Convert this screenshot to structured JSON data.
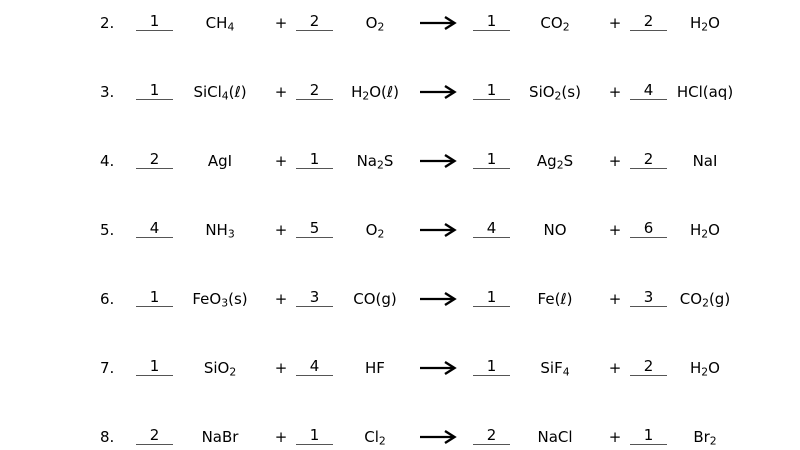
{
  "worksheet": {
    "arrow_icon": "right-arrow",
    "plus_sign": "+",
    "equations": [
      {
        "number": "2.",
        "reactant1": {
          "coef": "1",
          "formula": "CH4",
          "html": "CH<sub>4</sub>"
        },
        "reactant2": {
          "coef": "2",
          "formula": "O2",
          "html": "O<sub>2</sub>"
        },
        "product1": {
          "coef": "1",
          "formula": "CO2",
          "html": "CO<sub>2</sub>"
        },
        "product2": {
          "coef": "2",
          "formula": "H2O",
          "html": "H<sub>2</sub>O"
        }
      },
      {
        "number": "3.",
        "reactant1": {
          "coef": "1",
          "formula": "SiCl4(ℓ)",
          "html": "SiCl<sub>4</sub>(ℓ)"
        },
        "reactant2": {
          "coef": "2",
          "formula": "H2O(ℓ)",
          "html": "H<sub>2</sub>O(ℓ)"
        },
        "product1": {
          "coef": "1",
          "formula": "SiO2(s)",
          "html": "SiO<sub>2</sub>(s)"
        },
        "product2": {
          "coef": "4",
          "formula": "HCl(aq)",
          "html": "HCl(aq)"
        }
      },
      {
        "number": "4.",
        "reactant1": {
          "coef": "2",
          "formula": "AgI",
          "html": "AgI"
        },
        "reactant2": {
          "coef": "1",
          "formula": "Na2S",
          "html": "Na<sub>2</sub>S"
        },
        "product1": {
          "coef": "1",
          "formula": "Ag2S",
          "html": "Ag<sub>2</sub>S"
        },
        "product2": {
          "coef": "2",
          "formula": "NaI",
          "html": "NaI"
        }
      },
      {
        "number": "5.",
        "reactant1": {
          "coef": "4",
          "formula": "NH3",
          "html": "NH<sub>3</sub>"
        },
        "reactant2": {
          "coef": "5",
          "formula": "O2",
          "html": "O<sub>2</sub>"
        },
        "product1": {
          "coef": "4",
          "formula": "NO",
          "html": "NO"
        },
        "product2": {
          "coef": "6",
          "formula": "H2O",
          "html": "H<sub>2</sub>O"
        }
      },
      {
        "number": "6.",
        "reactant1": {
          "coef": "1",
          "formula": "FeO3(s)",
          "html": "FeO<sub>3</sub>(s)"
        },
        "reactant2": {
          "coef": "3",
          "formula": "CO(g)",
          "html": "CO(g)"
        },
        "product1": {
          "coef": "1",
          "formula": "Fe(ℓ)",
          "html": "Fe(ℓ)"
        },
        "product2": {
          "coef": "3",
          "formula": "CO2(g)",
          "html": "CO<sub>2</sub>(g)"
        }
      },
      {
        "number": "7.",
        "reactant1": {
          "coef": "1",
          "formula": "SiO2",
          "html": "SiO<sub>2</sub>"
        },
        "reactant2": {
          "coef": "4",
          "formula": "HF",
          "html": "HF"
        },
        "product1": {
          "coef": "1",
          "formula": "SiF4",
          "html": "SiF<sub>4</sub>"
        },
        "product2": {
          "coef": "2",
          "formula": "H2O",
          "html": "H<sub>2</sub>O"
        }
      },
      {
        "number": "8.",
        "reactant1": {
          "coef": "2",
          "formula": "NaBr",
          "html": "NaBr"
        },
        "reactant2": {
          "coef": "1",
          "formula": "Cl2",
          "html": "Cl<sub>2</sub>"
        },
        "product1": {
          "coef": "2",
          "formula": "NaCl",
          "html": "NaCl"
        },
        "product2": {
          "coef": "1",
          "formula": "Br2",
          "html": "Br<sub>2</sub>"
        }
      }
    ]
  }
}
